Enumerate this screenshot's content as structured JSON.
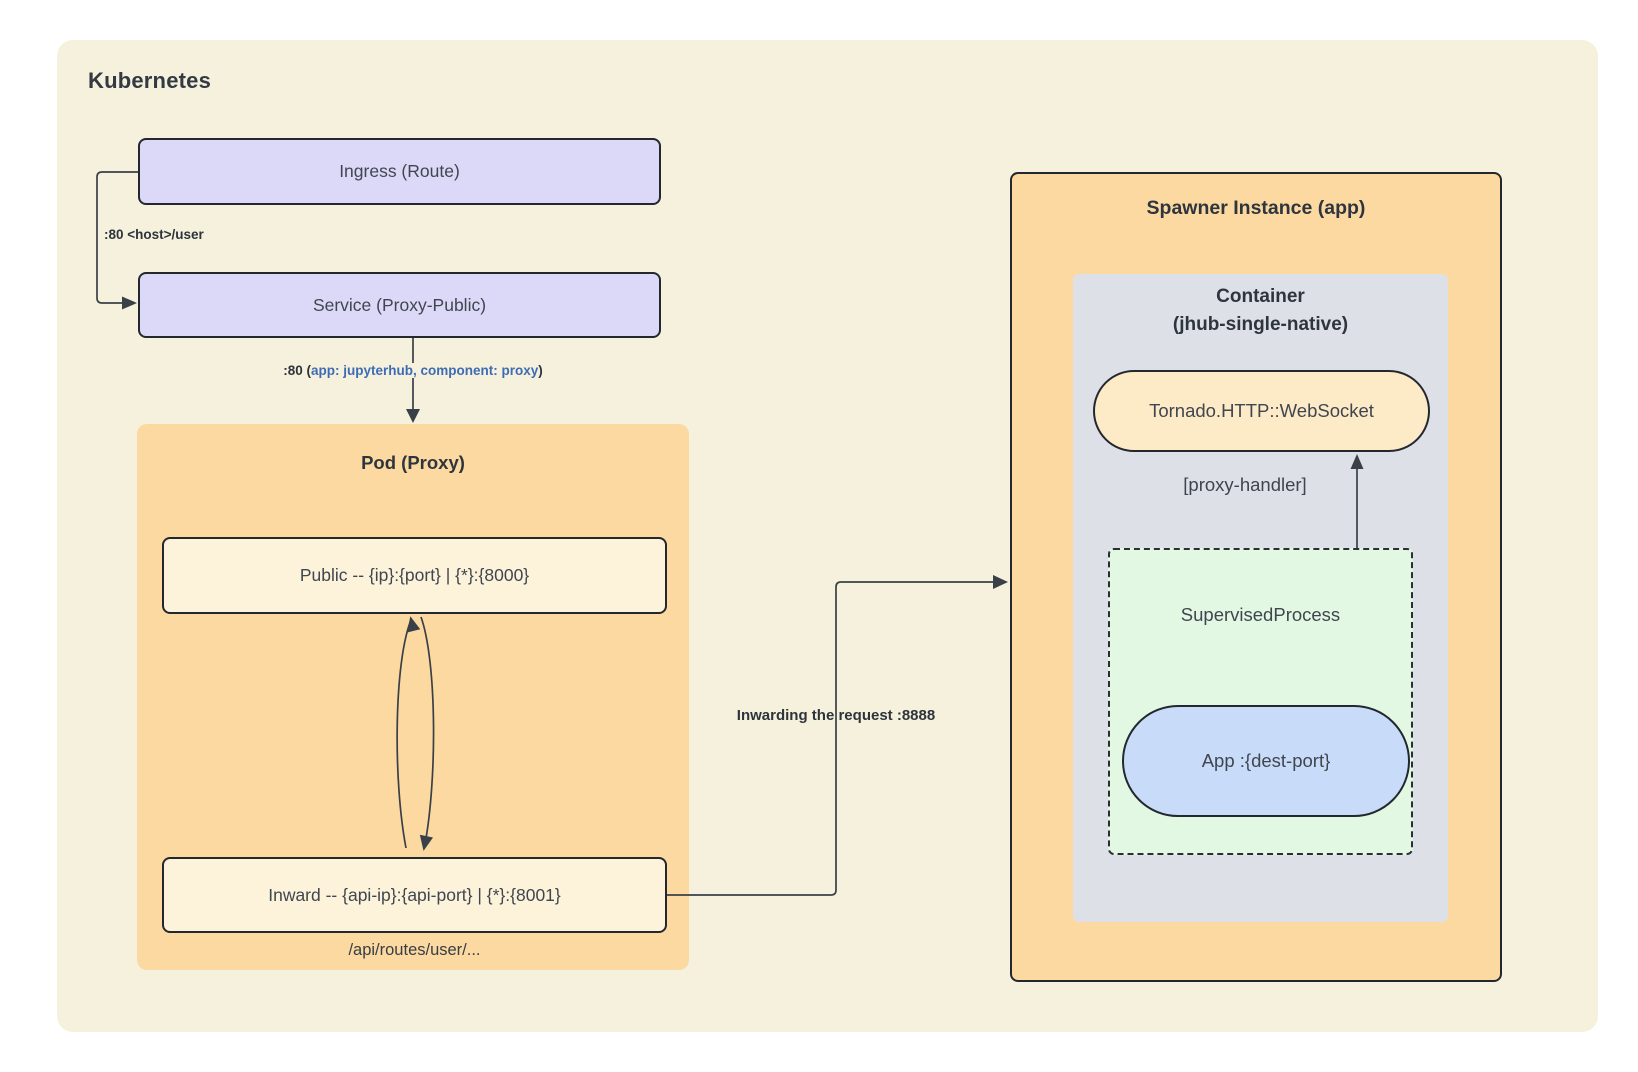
{
  "diagram": {
    "title": "Kubernetes",
    "nodes": {
      "ingress": {
        "label": "Ingress (Route)"
      },
      "service": {
        "label": "Service (Proxy-Public)"
      },
      "pod": {
        "title": "Pod (Proxy)",
        "public_endpoint": "Public -- {ip}:{port} | {*}:{8000}",
        "inward_endpoint": "Inward -- {api-ip}:{api-port} | {*}:{8001}",
        "routes_note": "/api/routes/user/..."
      },
      "spawner": {
        "title": "Spawner Instance (app)",
        "container_title_line1": "Container",
        "container_title_line2": "(jhub-single-native)",
        "tornado_label": "Tornado.HTTP::WebSocket",
        "proxy_handler_label": "[proxy-handler]",
        "supervised_label": "SupervisedProcess",
        "app_label": "App :{dest-port}"
      }
    },
    "edges": {
      "ingress_to_service": ":80 <host>/user",
      "service_to_pod_prefix": ":80 (",
      "service_to_pod_selector": "app: jupyterhub, component: proxy",
      "service_to_pod_suffix": ")",
      "inward_to_spawner": "Inwarding the request :8888"
    },
    "colors": {
      "canvas_beige": "#f5f1dd",
      "lavender_node": "#dcd9f8",
      "orange_container": "#fcd9a1",
      "cream_node": "#fcf3da",
      "tornado_cream": "#fdeac7",
      "container_gray": "#dde0e6",
      "supervised_green": "#e2f8e3",
      "app_blue": "#c8dbf8",
      "stroke_dark": "#23282f",
      "wire_dark": "#3a4048",
      "selector_blue": "#3e6cb4",
      "text_dark": "#2f353d"
    }
  }
}
